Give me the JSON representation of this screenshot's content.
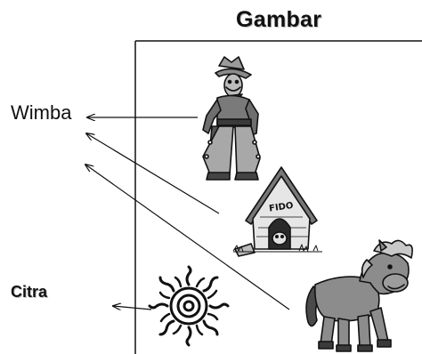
{
  "title": "Gambar",
  "labels": {
    "wimba": "Wimba",
    "citra": "Citra"
  },
  "doghouse_sign": "FIDO",
  "icons": [
    "cowboy-icon",
    "doghouse-icon",
    "pony-icon",
    "sun-icon"
  ]
}
